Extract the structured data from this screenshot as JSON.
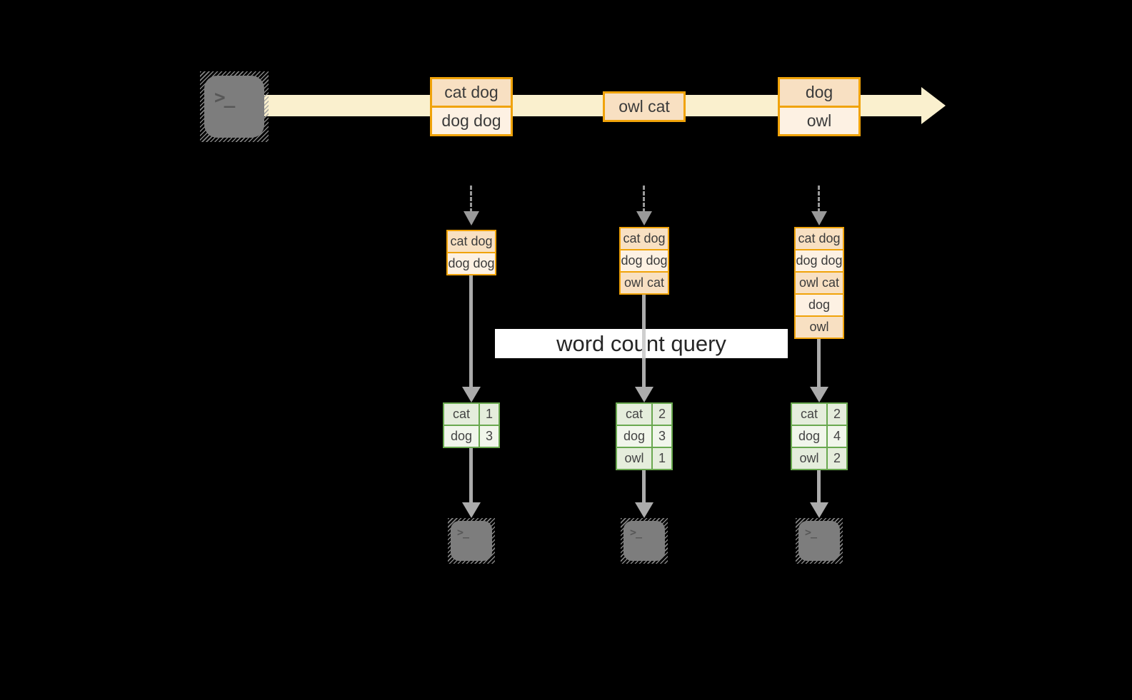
{
  "query_label": "word count query",
  "terminal_prompt": ">_",
  "colors": {
    "stream_arrow": "#FAF0CE",
    "record_border": "#F0A30A",
    "record_fill_dark": "#F8E0C2",
    "record_fill_light": "#FDF1E3",
    "table_border": "#69A84F",
    "table_row_dark": "#E5EDDC",
    "table_row_light": "#F1F6EB",
    "arrow_gray": "#ABABAB",
    "terminal_gray": "#7d7d7d"
  },
  "stream_batches": [
    {
      "records": [
        "cat dog",
        "dog dog"
      ]
    },
    {
      "records": [
        "owl cat"
      ]
    },
    {
      "records": [
        "dog",
        "owl"
      ]
    }
  ],
  "micro_batches": [
    {
      "records": [
        "cat dog",
        "dog dog"
      ]
    },
    {
      "records": [
        "cat dog",
        "dog dog",
        "owl cat"
      ]
    },
    {
      "records": [
        "cat dog",
        "dog dog",
        "owl cat",
        "dog",
        "owl"
      ]
    }
  ],
  "word_counts": [
    {
      "rows": [
        [
          "cat",
          "1"
        ],
        [
          "dog",
          "3"
        ]
      ]
    },
    {
      "rows": [
        [
          "cat",
          "2"
        ],
        [
          "dog",
          "3"
        ],
        [
          "owl",
          "1"
        ]
      ]
    },
    {
      "rows": [
        [
          "cat",
          "2"
        ],
        [
          "dog",
          "4"
        ],
        [
          "owl",
          "2"
        ]
      ]
    }
  ]
}
